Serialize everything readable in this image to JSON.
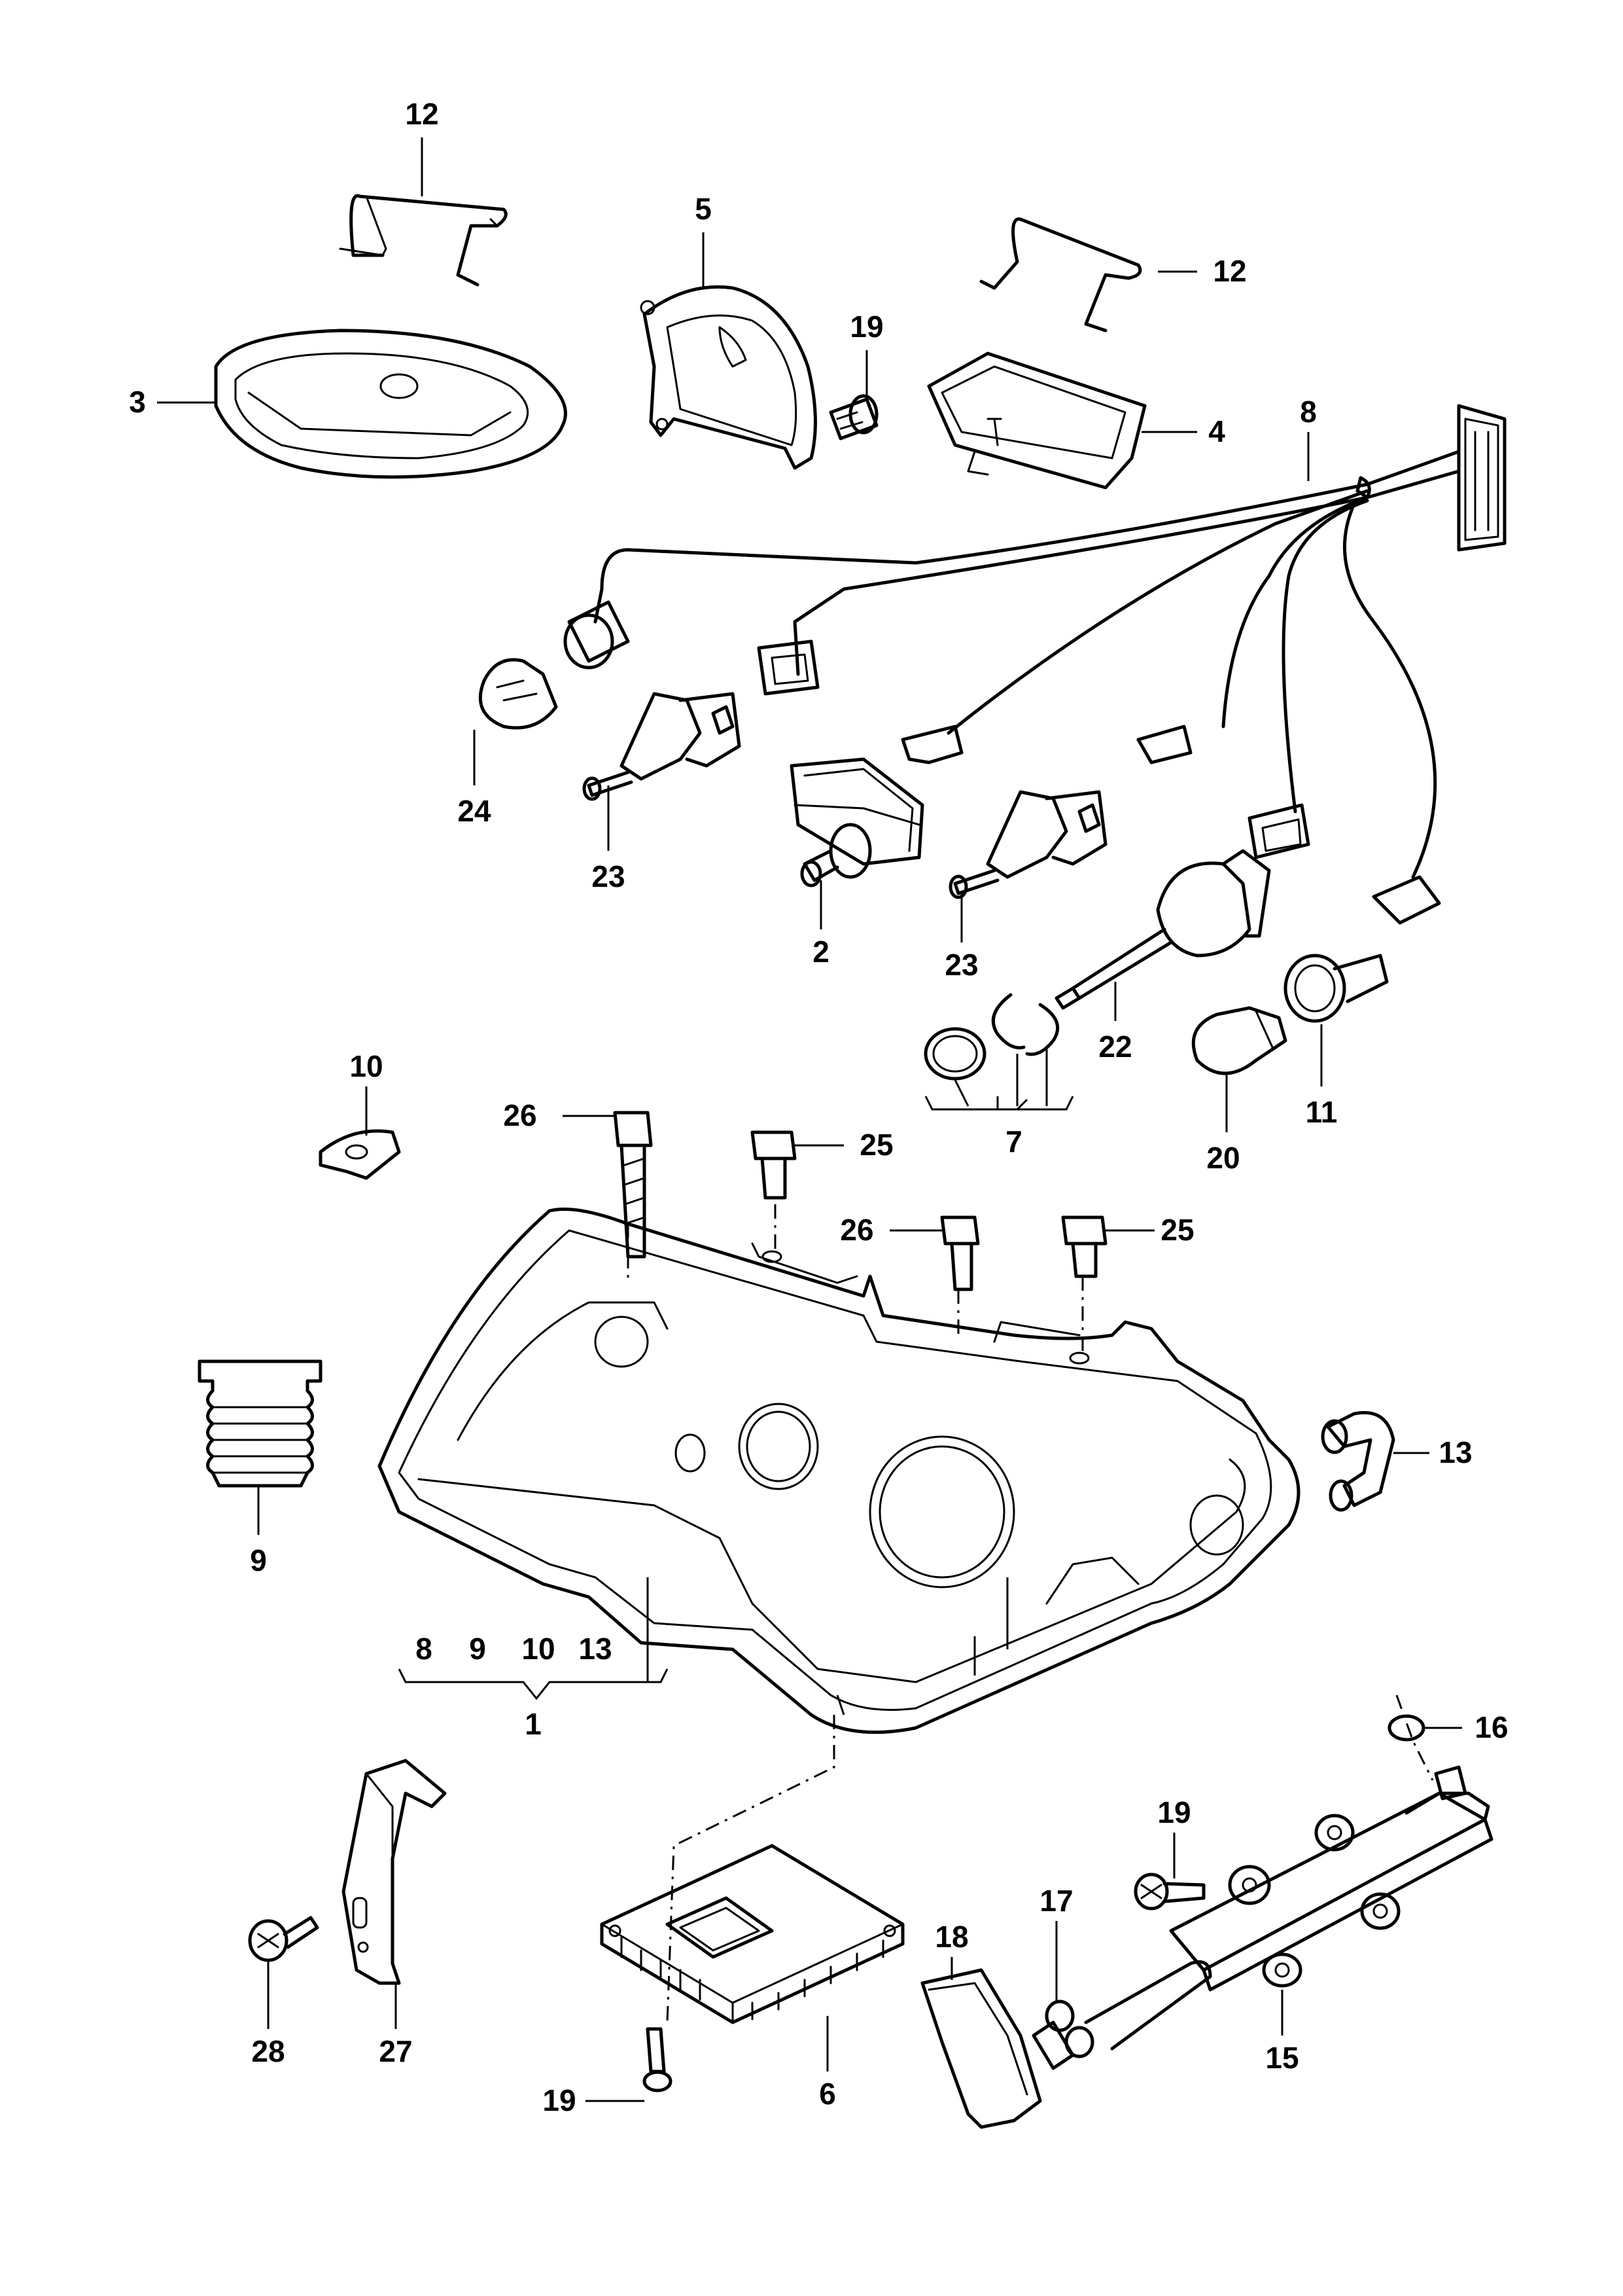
{
  "callouts": {
    "c12a": "12",
    "c12b": "12",
    "c5": "5",
    "c19a": "19",
    "c3": "3",
    "c4": "4",
    "c8a": "8",
    "c24": "24",
    "c23a": "23",
    "c2": "2",
    "c23b": "23",
    "c22": "22",
    "c7": "7",
    "c20": "20",
    "c11": "11",
    "c10": "10",
    "c26a": "26",
    "c25a": "25",
    "c26b": "26",
    "c25b": "25",
    "c9": "9",
    "c13": "13",
    "g8": "8",
    "g9": "9",
    "g10": "10",
    "g13": "13",
    "c1": "1",
    "c16": "16",
    "c19b": "19",
    "c17": "17",
    "c18": "18",
    "c15": "15",
    "c27": "27",
    "c28": "28",
    "c19c": "19",
    "c6": "6"
  }
}
